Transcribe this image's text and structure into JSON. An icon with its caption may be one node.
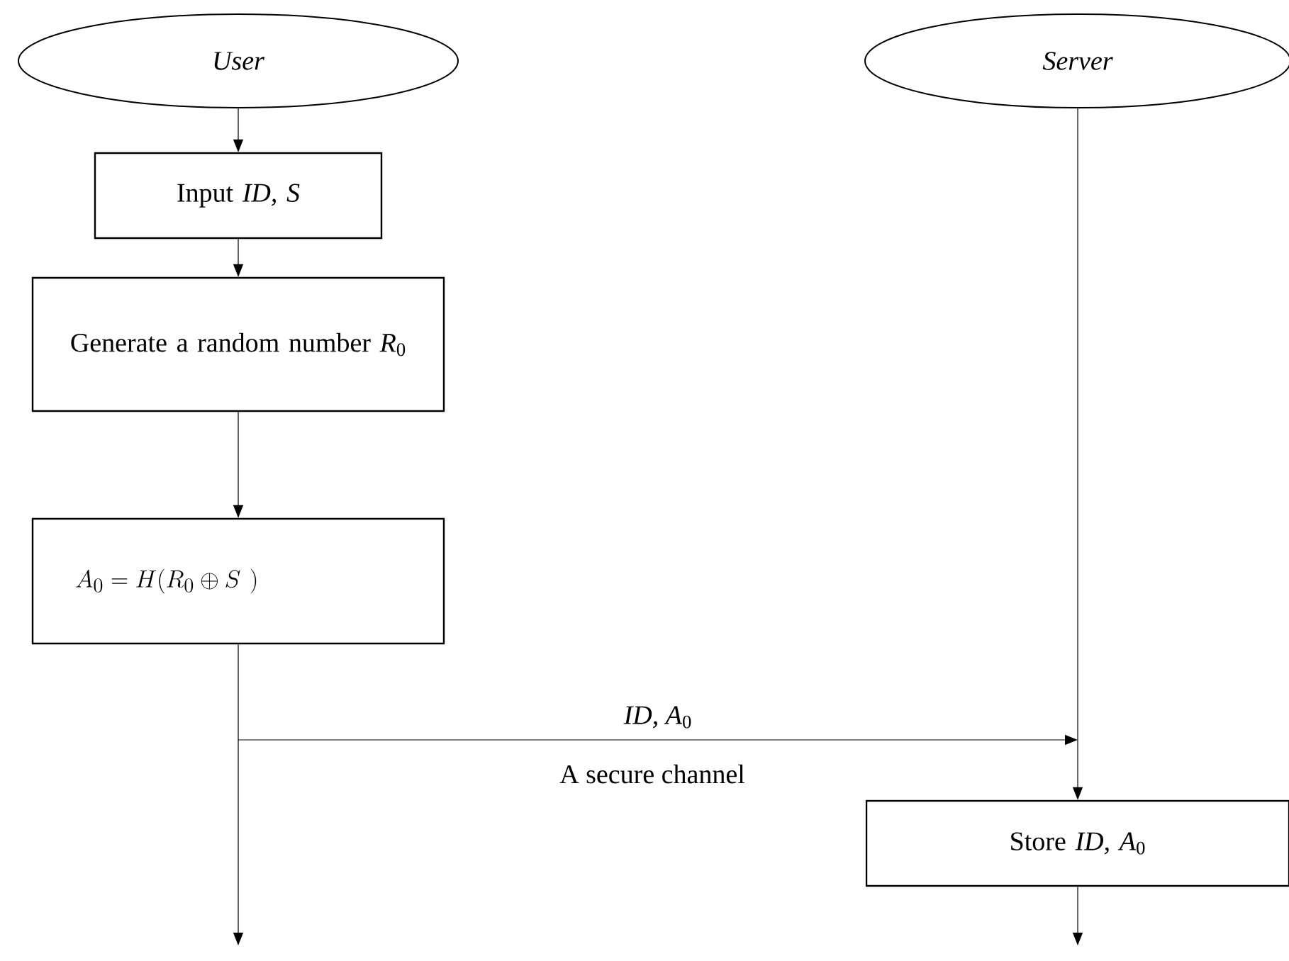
{
  "diagram": {
    "nodes": [
      {
        "text": [
          "User"
        ]
      },
      {
        "text": [
          "Server"
        ]
      },
      {
        "text": [
          "Input *ID, S*"
        ]
      },
      {
        "text": [
          "Generate a random number *R*$_{0}$"
        ]
      },
      {
        "text": [
          "A_0 = H(R_0 \\oplus S\\ )"
        ]
      },
      {
        "text": [
          "Store *ID, A*$_{0}$"
        ]
      }
    ],
    "edges": [
      {
        "from": 0,
        "to": 2,
        "arrow": "to"
      },
      {
        "from": 2,
        "to": 3,
        "arrow": "to"
      },
      {
        "from": 3,
        "to": 4,
        "arrow": "to"
      },
      {
        "from": 4,
        "to": null,
        "arrow": "to"
      },
      {
        "from": 4,
        "to": 5,
        "arrow": "to",
        "label": "*ID, A*$_{0}$"
      },
      {
        "from": 1,
        "to": 5,
        "arrow": "to"
      },
      {
        "from": 5,
        "to": null,
        "arrow": "to"
      }
    ],
    "labels": [
      "A secure channel"
    ]
  }
}
